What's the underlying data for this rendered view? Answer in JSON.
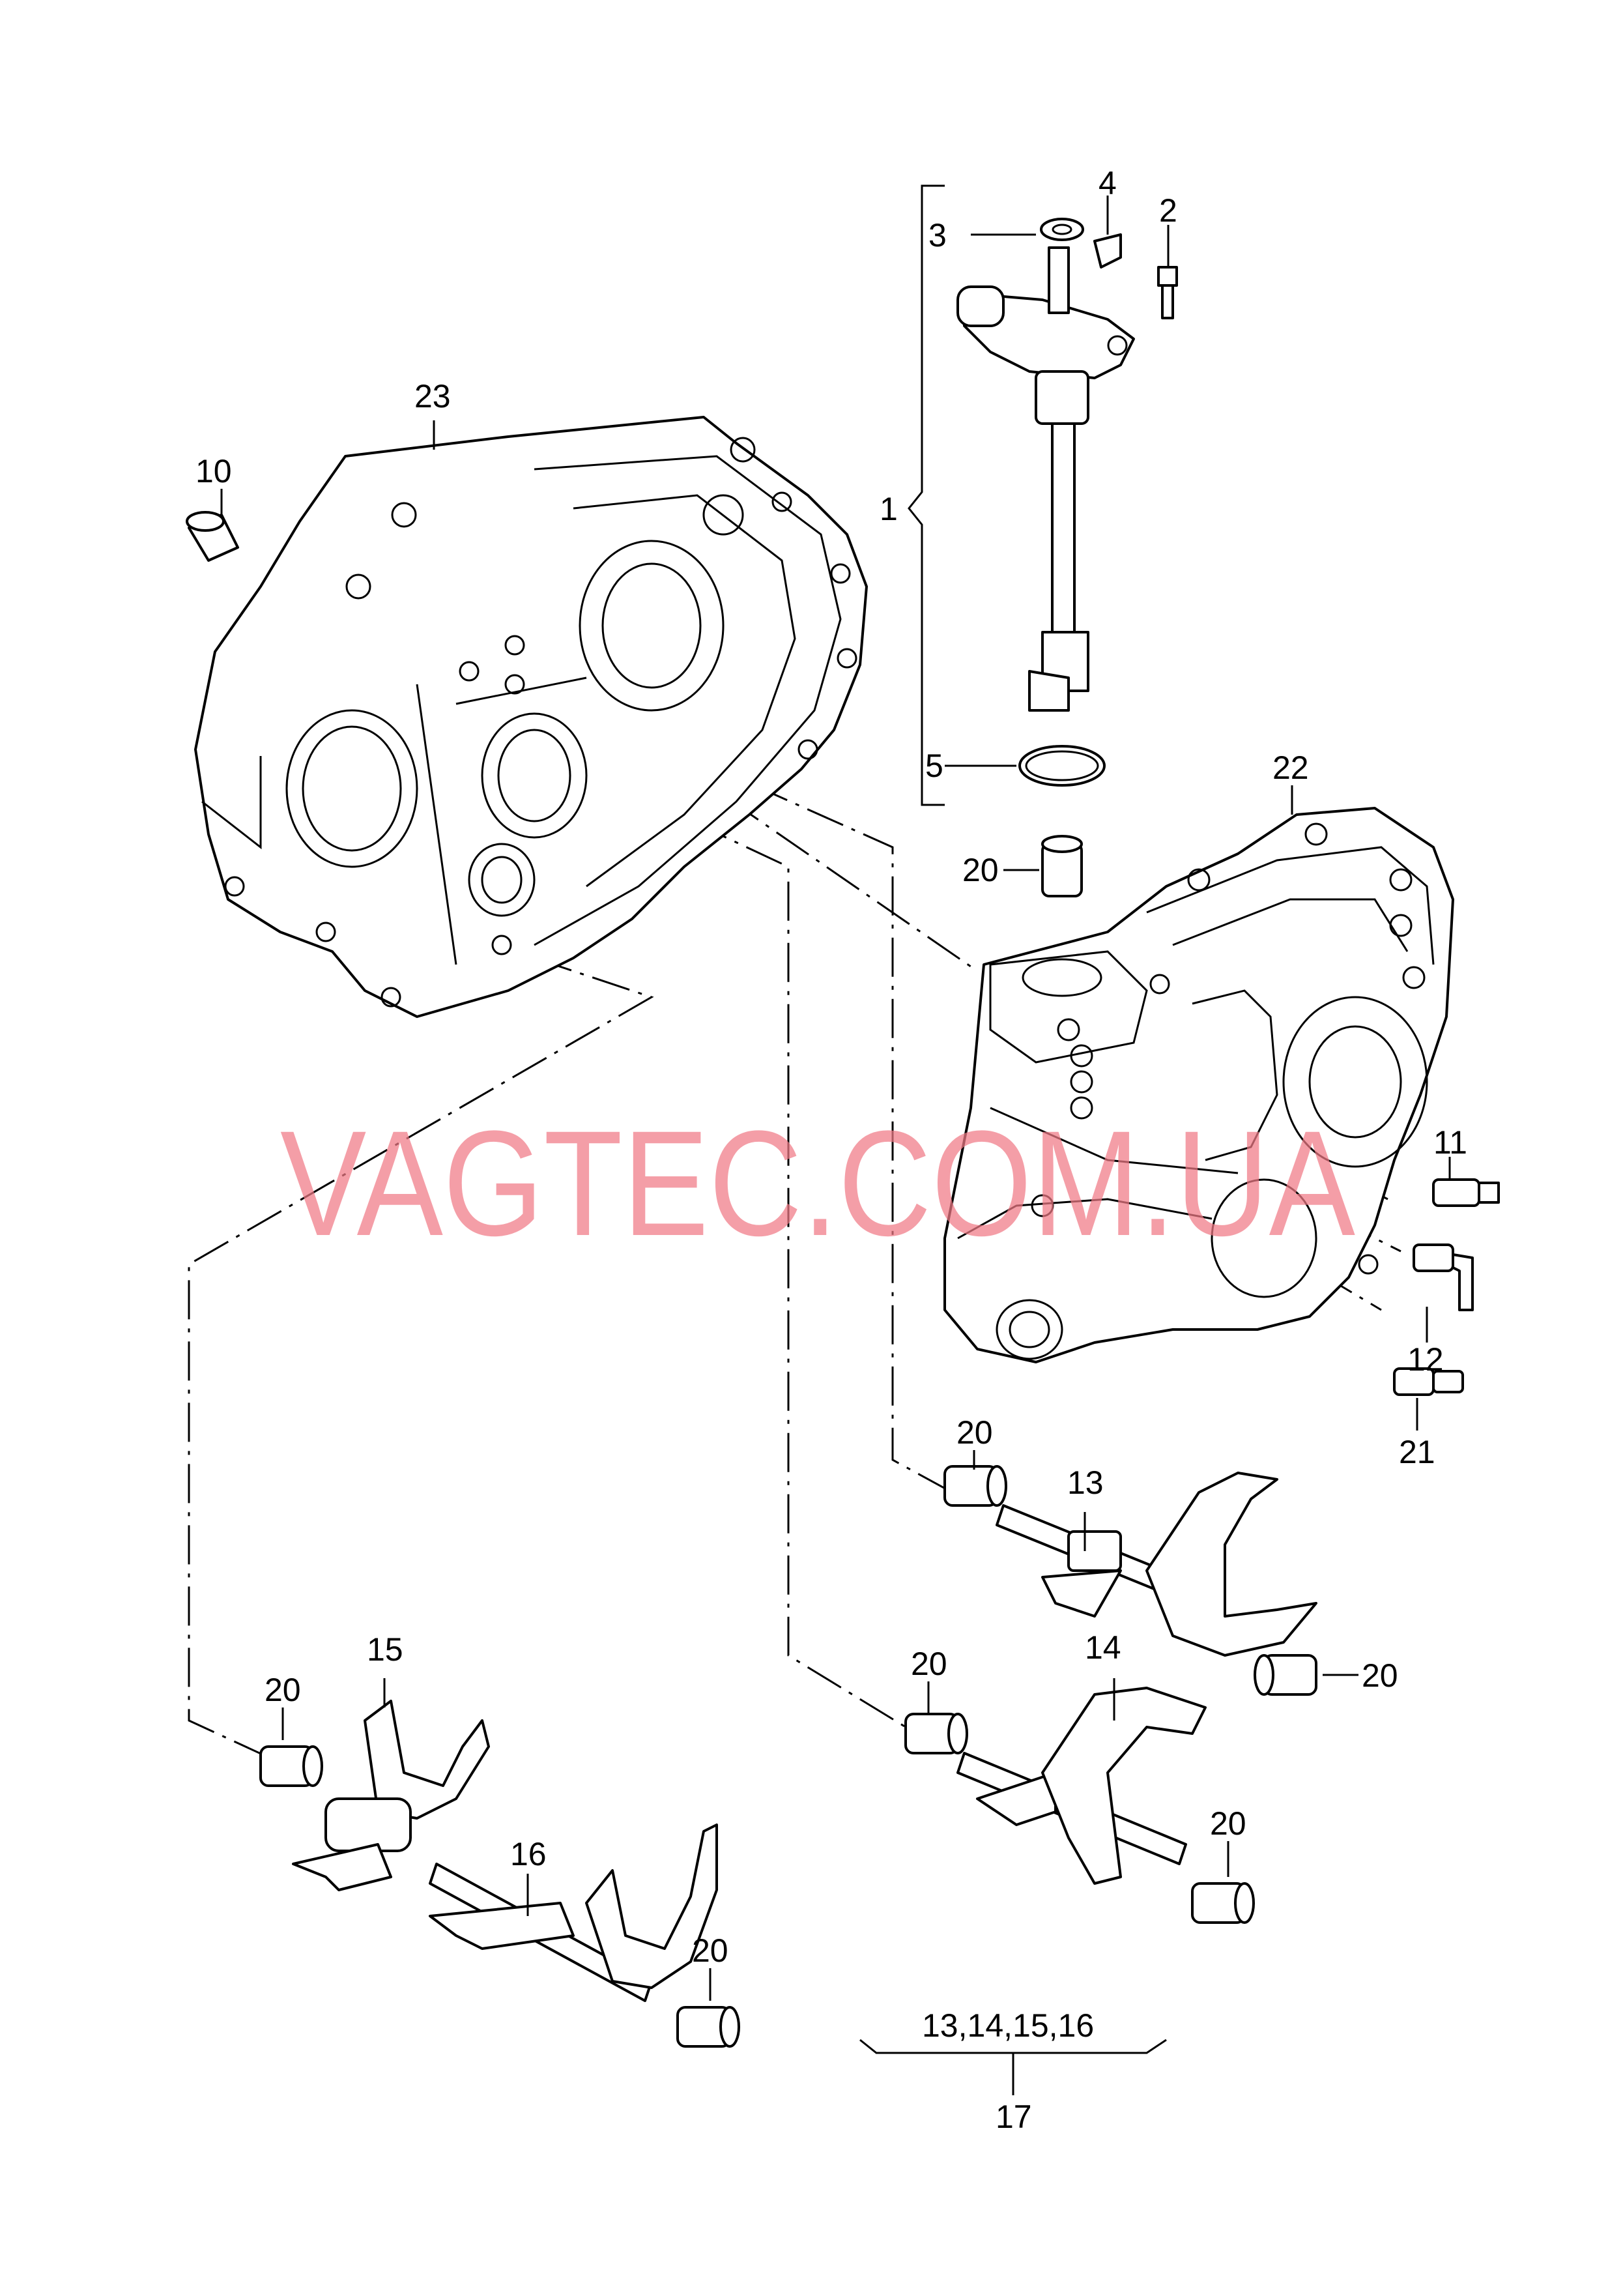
{
  "watermark": "VAGTEC.COM.UA",
  "callouts": {
    "c1": "1",
    "c2": "2",
    "c3": "3",
    "c4": "4",
    "c5": "5",
    "c10": "10",
    "c11": "11",
    "c12": "12",
    "c13": "13",
    "c14": "14",
    "c15": "15",
    "c16": "16",
    "c17": "17",
    "c20": "20",
    "c21": "21",
    "c22": "22",
    "c23": "23",
    "set_group": "13,14,15,16"
  },
  "colors": {
    "line": "#000000",
    "watermark": "#f07a86",
    "background": "#ffffff"
  }
}
